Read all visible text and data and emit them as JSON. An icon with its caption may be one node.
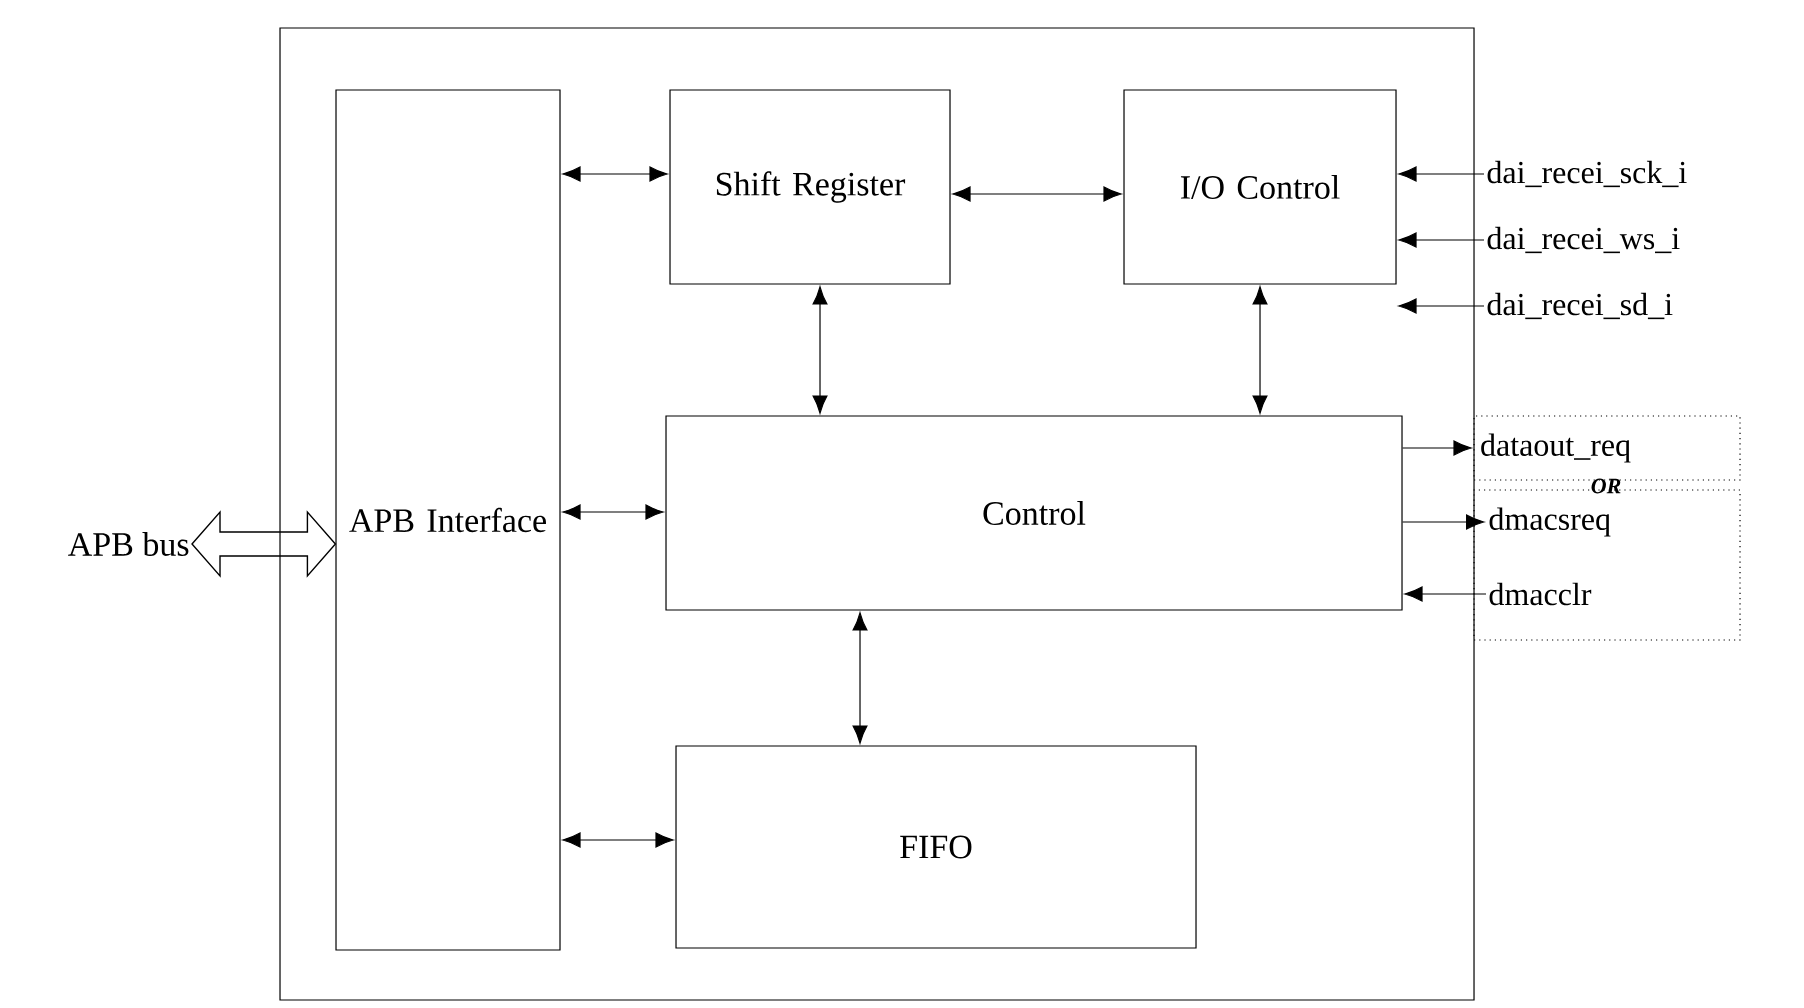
{
  "diagram": {
    "nodes": [
      {
        "text": [],
        "shape": "box"
      },
      {
        "text": [
          "APB Interface"
        ],
        "in": 0
      },
      {
        "text": [
          "Shift Register"
        ],
        "in": 0
      },
      {
        "text": [
          "I/O Control"
        ],
        "in": 0
      },
      {
        "text": [
          "Control"
        ],
        "in": 0
      },
      {
        "text": [
          "FIFO"
        ],
        "in": 0
      },
      {
        "text": [
          "APB bus"
        ]
      },
      {
        "text": [
          "dai_recei_sck_i"
        ]
      },
      {
        "text": [
          "dai_recei_ws_i"
        ]
      },
      {
        "text": [
          "dai_recei_sd_i"
        ]
      },
      {
        "text": [
          "dataout_req"
        ]
      },
      {
        "text": [],
        "shape": "box"
      },
      {
        "text": [
          "dmacsreq"
        ],
        "in": 11
      },
      {
        "text": [
          "dmacclr"
        ],
        "in": 11
      }
    ],
    "edges": [
      {
        "from": 6,
        "to": 1,
        "arrow": "both",
        "style": "thick"
      },
      {
        "from": 1,
        "to": 2,
        "arrow": "both"
      },
      {
        "from": 2,
        "to": 3,
        "arrow": "both"
      },
      {
        "from": 7,
        "to": 3,
        "arrow": "to"
      },
      {
        "from": 8,
        "to": 3,
        "arrow": "to"
      },
      {
        "from": 9,
        "to": 3,
        "arrow": "to"
      },
      {
        "from": 2,
        "to": 4,
        "arrow": "both"
      },
      {
        "from": 3,
        "to": 4,
        "arrow": "both"
      },
      {
        "from": 1,
        "to": 4,
        "arrow": "both"
      },
      {
        "from": 4,
        "to": 10,
        "arrow": "to"
      },
      {
        "from": 4,
        "to": 12,
        "arrow": "to"
      },
      {
        "from": 13,
        "to": 4,
        "arrow": "to"
      },
      {
        "from": 4,
        "to": 5,
        "arrow": "both"
      },
      {
        "from": 1,
        "to": 5,
        "arrow": "both"
      }
    ],
    "labels": [
      "OR"
    ]
  }
}
